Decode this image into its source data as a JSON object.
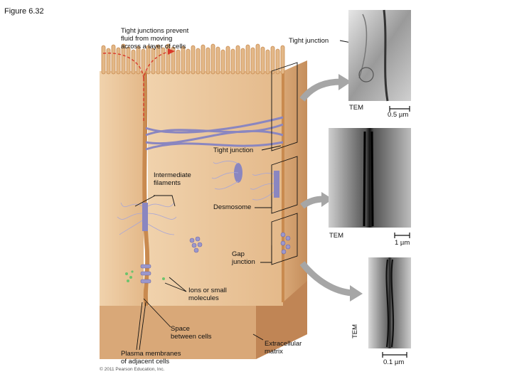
{
  "figure": {
    "title": "Figure 6.32",
    "copyright": "© 2011 Pearson Education, Inc."
  },
  "labels": {
    "tight_prevent": "Tight junctions prevent\nfluid from moving\nacross a layer of cells",
    "tight_junction_top": "Tight junction",
    "tight_junction_mid": "Tight junction",
    "intermediate_filaments": "Intermediate\nfilaments",
    "desmosome": "Desmosome",
    "gap_junction": "Gap\njunction",
    "ions": "Ions or small\nmolecules",
    "space_between": "Space\nbetween cells",
    "plasma_membranes": "Plasma membranes\nof adjacent cells",
    "extracellular_matrix": "Extracellular\nmatrix"
  },
  "micrographs": [
    {
      "method": "TEM",
      "scale": "0.5 µm"
    },
    {
      "method": "TEM",
      "scale": "1 µm"
    },
    {
      "method": "TEM",
      "scale": "0.1 µm"
    }
  ],
  "colors": {
    "cell_tan": "#e8c49a",
    "cell_dark": "#d4a06e",
    "membrane": "#c98a4f",
    "filament_purple": "#8a86c0",
    "arrow_red": "#d8392b",
    "arrow_grey": "#a6a6a6"
  }
}
